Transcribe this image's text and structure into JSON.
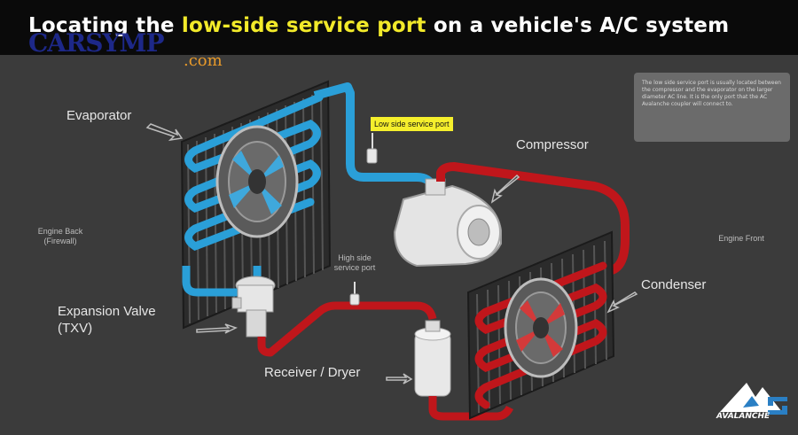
{
  "title": {
    "prefix": "Locating the ",
    "highlight": "low-side service port",
    "suffix": " on a vehicle's A/C system"
  },
  "watermark": {
    "main": "CARSYMP",
    "sub": ".com"
  },
  "labels": {
    "evaporator": "Evaporator",
    "compressor": "Compressor",
    "condenser": "Condenser",
    "expansion_valve_line1": "Expansion Valve",
    "expansion_valve_line2": "(TXV)",
    "receiver_dryer": "Receiver / Dryer",
    "low_side_port": "Low side service port",
    "high_side_line1": "High side",
    "high_side_line2": "service port",
    "engine_back_line1": "Engine Back",
    "engine_back_line2": "(Firewall)",
    "engine_front": "Engine Front"
  },
  "note": "The low side service port is usually located between the compressor and the evaporator on the larger diameter AC line. It is the only port that the AC Avalanche coupler will connect to.",
  "brand": "AVALANCHE",
  "colors": {
    "low_side_line": "#2a9fd8",
    "high_side_line": "#c0161b",
    "highlight": "#f2ea2a",
    "background": "#3b3b3b"
  }
}
